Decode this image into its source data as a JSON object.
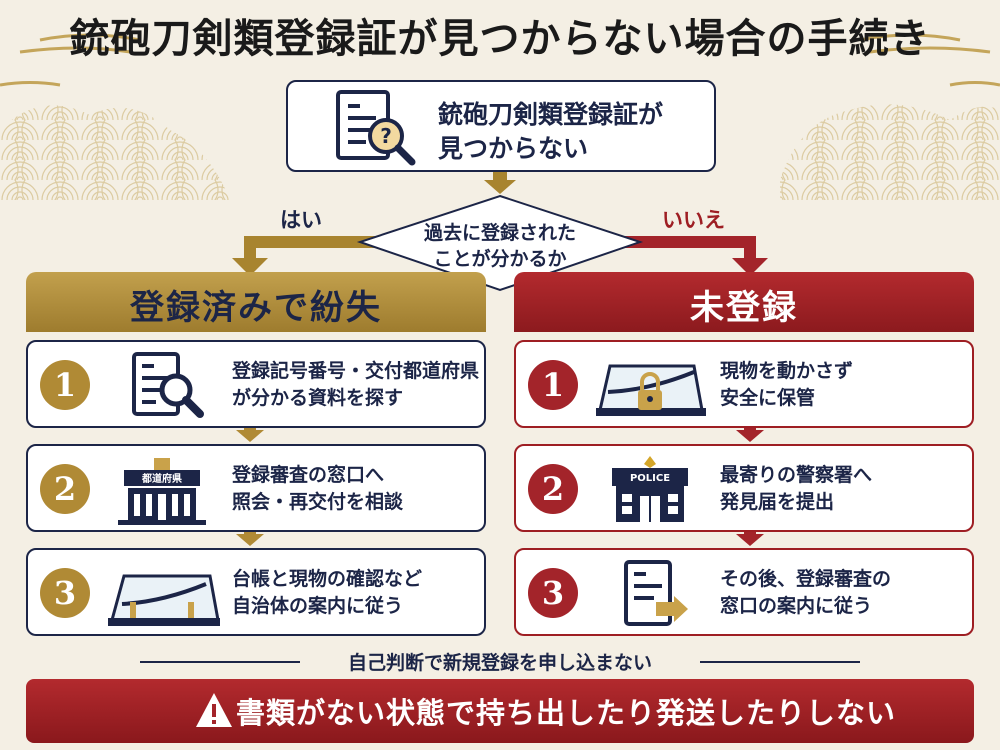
{
  "title": "銃砲刀剣類登録証が見つからない場合の手続き",
  "start": {
    "label_line1": "銃砲刀剣類登録証が",
    "label_line2": "見つからない"
  },
  "decision": {
    "line1": "過去に登録された",
    "line2": "ことが分かるか",
    "yes": "はい",
    "no": "いいえ"
  },
  "left": {
    "header": "登録済みで紛失",
    "steps": [
      {
        "num": "1",
        "line1": "登録記号番号・交付都道府県",
        "line2": "が分かる資料を探す",
        "icon": "document-search-icon"
      },
      {
        "num": "2",
        "line1": "登録審査の窓口へ",
        "line2": "照会・再交付を相談",
        "icon": "government-building-icon",
        "icon_label": "都道府県"
      },
      {
        "num": "3",
        "line1": "台帳と現物の確認など",
        "line2": "自治体の案内に従う",
        "icon": "sword-display-case-icon"
      }
    ]
  },
  "right": {
    "header": "未登録",
    "steps": [
      {
        "num": "1",
        "line1": "現物を動かさず",
        "line2": "安全に保管",
        "icon": "locked-sword-case-icon"
      },
      {
        "num": "2",
        "line1": "最寄りの警察署へ",
        "line2": "発見届を提出",
        "icon": "police-station-icon",
        "icon_label": "POLICE"
      },
      {
        "num": "3",
        "line1": "その後、登録審査の",
        "line2": "窓口の案内に従う",
        "icon": "document-forward-icon"
      }
    ]
  },
  "notice": "自己判断で新規登録を申し込まない",
  "warning": "書類がない状態で持ち出したり発送したりしない",
  "colors": {
    "navy": "#1c2547",
    "gold": "#b08a35",
    "red": "#a3242a",
    "background": "#f4efe4"
  }
}
